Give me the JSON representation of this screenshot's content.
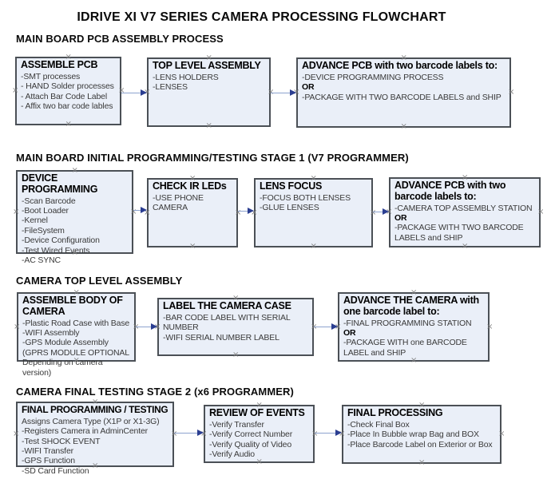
{
  "page_title": "IDRIVE XI V7 SERIES CAMERA PROCESSING FLOWCHART",
  "icons": {
    "connector_handle": "×"
  },
  "colors": {
    "box_fill": "#eaeff8",
    "box_border": "#4b5056",
    "arrow_line": "#8da3cf",
    "arrow_head": "#2b3e91",
    "handle": "#7f7f7f"
  },
  "sections": [
    {
      "heading": "MAIN BOARD PCB ASSEMBLY PROCESS",
      "boxes": [
        {
          "title": "ASSEMBLE PCB",
          "lines": [
            " -SMT processes",
            "- HAND Solder processes",
            "- Attach Bar Code Label",
            "- Affix two bar code lables"
          ]
        },
        {
          "title": "TOP LEVEL ASSEMBLY",
          "lines": [
            "-LENS HOLDERS",
            "-LENSES"
          ]
        },
        {
          "title": "ADVANCE PCB with two barcode labels to:",
          "lines": [
            "-DEVICE PROGRAMMING PROCESS",
            {
              "text": "OR",
              "bold": true
            },
            "-PACKAGE WITH TWO BARCODE LABELS and SHIP"
          ]
        }
      ]
    },
    {
      "heading": "MAIN BOARD INITIAL PROGRAMMING/TESTING STAGE 1 (V7 PROGRAMMER)",
      "boxes": [
        {
          "title": "DEVICE PROGRAMMING",
          "lines": [
            "-Scan Barcode",
            "-Boot Loader",
            "-Kernel",
            "-FileSystem",
            "-Device Configuration",
            "-Test Wired Events",
            "-AC SYNC"
          ]
        },
        {
          "title": "CHECK IR LEDs",
          "lines": [
            "-USE PHONE CAMERA"
          ]
        },
        {
          "title": "LENS FOCUS",
          "lines": [
            "-FOCUS BOTH LENSES",
            "-GLUE LENSES"
          ]
        },
        {
          "title": "ADVANCE PCB with two barcode labels to:",
          "lines": [
            "-CAMERA TOP ASSEMBLY STATION",
            {
              "text": "OR",
              "bold": true
            },
            "-PACKAGE WITH TWO BARCODE LABELS and SHIP"
          ]
        }
      ]
    },
    {
      "heading": "CAMERA TOP LEVEL ASSEMBLY",
      "boxes": [
        {
          "title": "ASSEMBLE BODY OF CAMERA",
          "lines": [
            "-Plastic Road Case with Base",
            "-WIFI Assembly",
            "-GPS Module Assembly",
            "(GPRS MODULE OPTIONAL",
            "Depending on camera version)"
          ]
        },
        {
          "title": "LABEL THE CAMERA CASE",
          "lines": [
            "-BAR CODE LABEL WITH SERIAL NUMBER",
            "-WIFI SERIAL NUMBER LABEL"
          ]
        },
        {
          "title": "ADVANCE THE CAMERA with one barcode label to:",
          "lines": [
            "-FINAL PROGRAMMING STATION",
            {
              "text": "OR",
              "bold": true
            },
            "-PACKAGE WITH one BARCODE LABEL and SHIP"
          ]
        }
      ]
    },
    {
      "heading": "CAMERA FINAL TESTING STAGE 2 (x6 PROGRAMMER)",
      "boxes": [
        {
          "title": "FINAL PROGRAMMING / TESTING",
          "lines": [
            "Assigns Camera Type (X1P or X1-3G)",
            "-Registers Camera in AdminCenter",
            "-Test SHOCK EVENT",
            "-WIFI Transfer",
            "-GPS Function",
            "-SD Card Function"
          ]
        },
        {
          "title": "REVIEW OF EVENTS",
          "lines": [
            "-Verify Transfer",
            "-Verify Correct Number",
            "-Verify Quality of Video",
            "-Verify Audio"
          ]
        },
        {
          "title": "FINAL PROCESSING",
          "lines": [
            " -Check Final Box",
            "-Place In Bubble wrap Bag and BOX",
            "-Place Barcode Label on Exterior or Box"
          ]
        }
      ]
    }
  ]
}
